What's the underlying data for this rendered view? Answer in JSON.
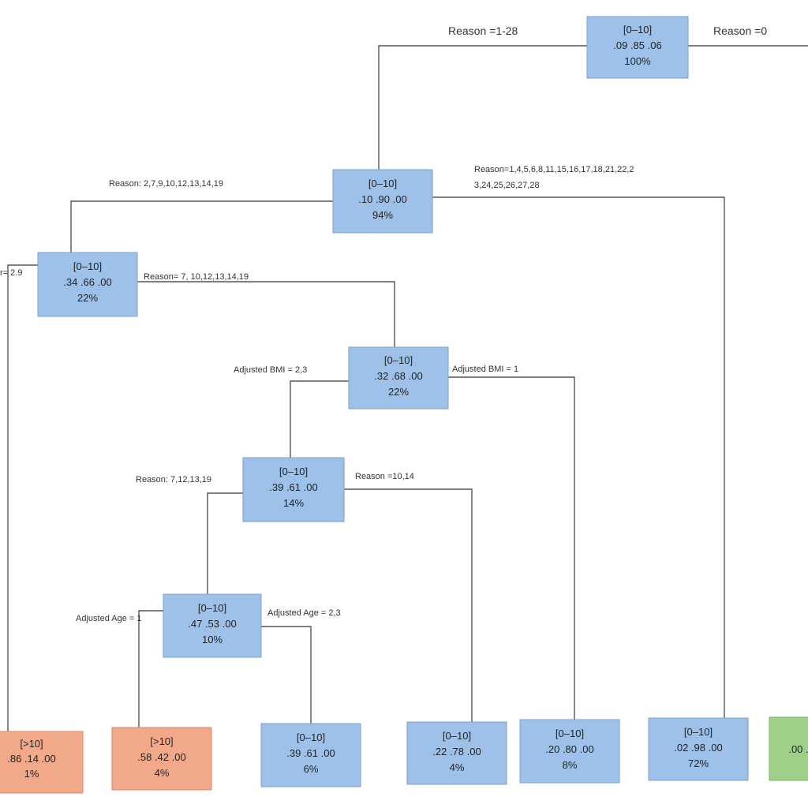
{
  "nodes": [
    {
      "id": "root",
      "color": "blue",
      "class_label": "[0–10]",
      "probs": ".09 .85 .06",
      "pct": "100%"
    },
    {
      "id": "n94",
      "color": "blue",
      "class_label": "[0–10]",
      "probs": ".10 .90 .00",
      "pct": "94%"
    },
    {
      "id": "n22a",
      "color": "blue",
      "class_label": "[0–10]",
      "probs": ".34 .66 .00",
      "pct": "22%"
    },
    {
      "id": "n22b",
      "color": "blue",
      "class_label": "[0–10]",
      "probs": ".32 .68 .00",
      "pct": "22%"
    },
    {
      "id": "n14",
      "color": "blue",
      "class_label": "[0–10]",
      "probs": ".39 .61 .00",
      "pct": "14%"
    },
    {
      "id": "n10",
      "color": "blue",
      "class_label": "[0–10]",
      "probs": ".47 .53 .00",
      "pct": "10%"
    },
    {
      "id": "l1",
      "color": "orange",
      "class_label": "[>10]",
      "probs": ".86 .14 .00",
      "pct": "1%"
    },
    {
      "id": "l4a",
      "color": "orange",
      "class_label": "[>10]",
      "probs": ".58 .42 .00",
      "pct": "4%"
    },
    {
      "id": "l6",
      "color": "blue",
      "class_label": "[0–10]",
      "probs": ".39 .61 .00",
      "pct": "6%"
    },
    {
      "id": "l4b",
      "color": "blue",
      "class_label": "[0–10]",
      "probs": ".22 .78 .00",
      "pct": "4%"
    },
    {
      "id": "l8",
      "color": "blue",
      "class_label": "[0–10]",
      "probs": ".20 .80 .00",
      "pct": "8%"
    },
    {
      "id": "l72",
      "color": "blue",
      "class_label": "[0–10]",
      "probs": ".02 .98 .00",
      "pct": "72%"
    },
    {
      "id": "lg",
      "color": "green",
      "class_label": "",
      "probs": ".00 .",
      "pct": ""
    }
  ],
  "edge_labels": [
    {
      "id": "e_root_left",
      "text": "Reason =1-28"
    },
    {
      "id": "e_root_right",
      "text": "Reason =0"
    },
    {
      "id": "e_94_left",
      "text": "Reason: 2,7,9,10,12,13,14,19"
    },
    {
      "id": "e_94_right_1",
      "text": "Reason=1,4,5,6,8,11,15,16,17,18,21,22,2"
    },
    {
      "id": "e_94_right_2",
      "text": "3,24,25,26,27,28"
    },
    {
      "id": "e_22a_left",
      "text": "r= 2.9"
    },
    {
      "id": "e_22a_right",
      "text": "Reason= 7, 10,12,13,14,19"
    },
    {
      "id": "e_22b_left",
      "text": "Adjusted BMI = 2,3"
    },
    {
      "id": "e_22b_right",
      "text": "Adjusted BMI = 1"
    },
    {
      "id": "e_14_left",
      "text": "Reason: 7,12,13,19"
    },
    {
      "id": "e_14_right",
      "text": "Reason =10,14"
    },
    {
      "id": "e_10_left",
      "text": "Adjusted Age = 1"
    },
    {
      "id": "e_10_right",
      "text": "Adjusted Age = 2,3"
    }
  ]
}
